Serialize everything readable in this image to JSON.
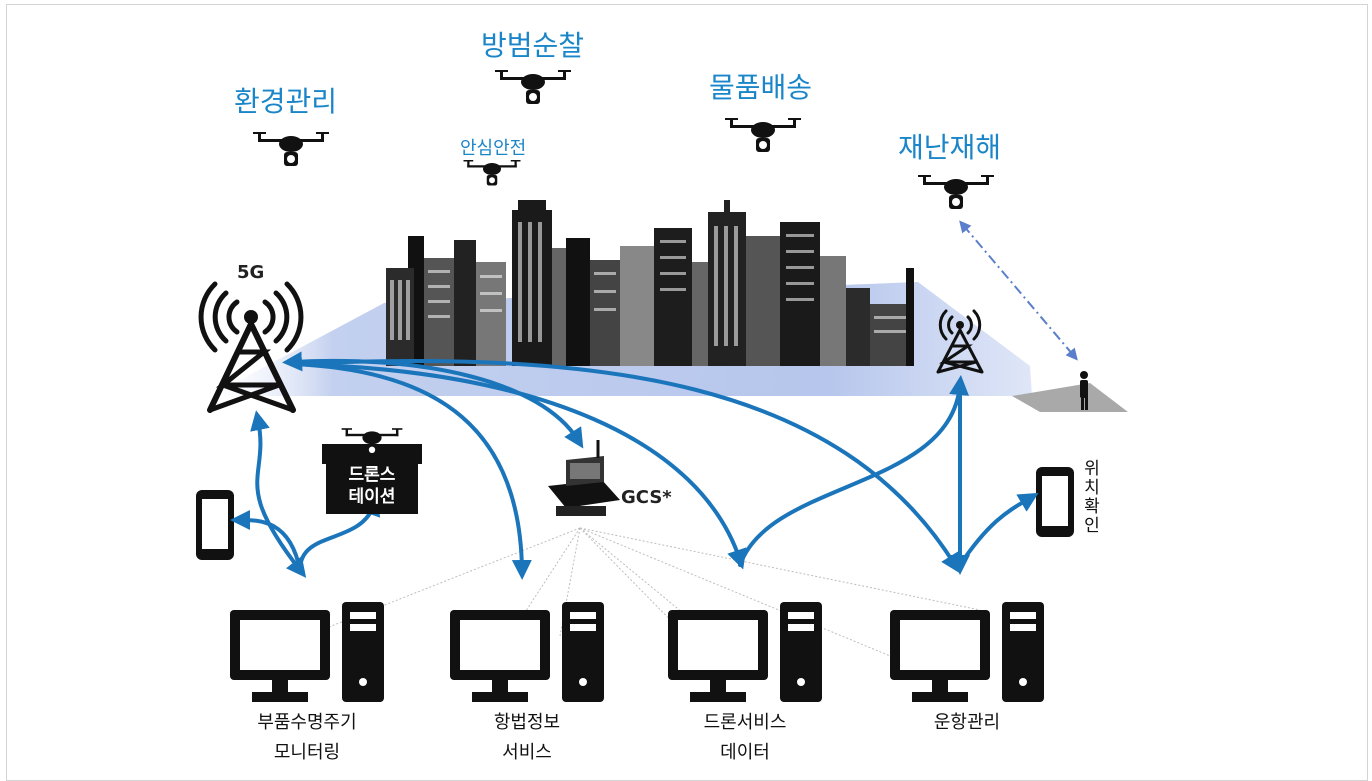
{
  "drone_services": {
    "env": "환경관리",
    "patrol": "방범순찰",
    "safety": "안심안전",
    "delivery": "물품배송",
    "disaster": "재난재해"
  },
  "network": {
    "tower_label": "5G",
    "station_label_line1": "드론스",
    "station_label_line2": "테이션",
    "gcs_label": "GCS*"
  },
  "location_check": [
    "위",
    "치",
    "확",
    "인"
  ],
  "systems": [
    {
      "line1": "부품수명주기",
      "line2": "모니터링"
    },
    {
      "line1": "항법정보",
      "line2": "서비스"
    },
    {
      "line1": "드론서비스",
      "line2": "데이터"
    },
    {
      "line1": "운항관리",
      "line2": ""
    }
  ],
  "colors": {
    "accent_blue": "#1a86c9",
    "arrow_blue": "#1b75bb",
    "ground_blue": "#b8c8ec"
  }
}
